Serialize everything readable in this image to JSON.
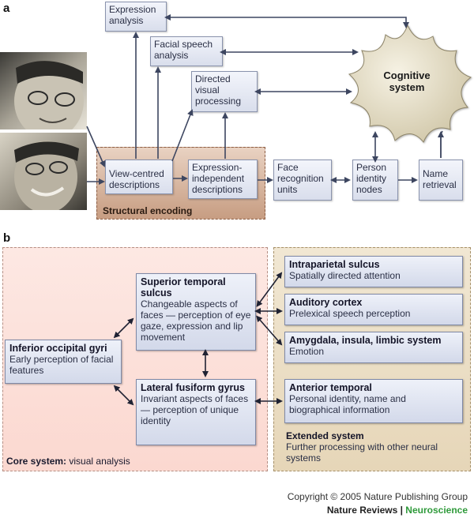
{
  "panel_a": {
    "letter": "a",
    "expression_analysis": "Expression analysis",
    "facial_speech": "Facial speech analysis",
    "directed_visual": "Directed visual processing",
    "cognitive_system": "Cognitive system",
    "view_centred": "View-centred descriptions",
    "expression_independent": "Expression-independent descriptions",
    "face_recognition": "Face recognition units",
    "person_identity": "Person identity nodes",
    "name_retrieval": "Name retrieval",
    "structural_encoding": "Structural encoding"
  },
  "panel_b": {
    "letter": "b",
    "sts_title": "Superior temporal sulcus",
    "sts_desc": "Changeable aspects of faces — perception of eye gaze, expression and lip movement",
    "iog_title": "Inferior occipital gyri",
    "iog_desc": "Early perception of facial features",
    "lfg_title": "Lateral fusiform gyrus",
    "lfg_desc": "Invariant aspects of faces — perception of unique identity",
    "ips_title": "Intraparietal sulcus",
    "ips_desc": "Spatially directed attention",
    "aud_title": "Auditory cortex",
    "aud_desc": "Prelexical speech perception",
    "amy_title": "Amygdala, insula, limbic system",
    "amy_desc": "Emotion",
    "at_title": "Anterior temporal",
    "at_desc": "Personal identity, name and biographical information",
    "ext_title": "Extended system",
    "ext_desc": "Further processing with other neural systems",
    "core_title": "Core system:",
    "core_desc": "visual analysis"
  },
  "footer": {
    "copyright": "Copyright © 2005 Nature Publishing Group",
    "journal": "Nature Reviews",
    "separator": "|",
    "journal_sub": "Neuroscience"
  },
  "colors": {
    "accent_green": "#2e9a3a",
    "structural_fill": "#c79d82",
    "core_fill": "#fbd8d0",
    "extended_fill": "#e6d6b8",
    "cognitive_fill": "#e3ddc6"
  }
}
